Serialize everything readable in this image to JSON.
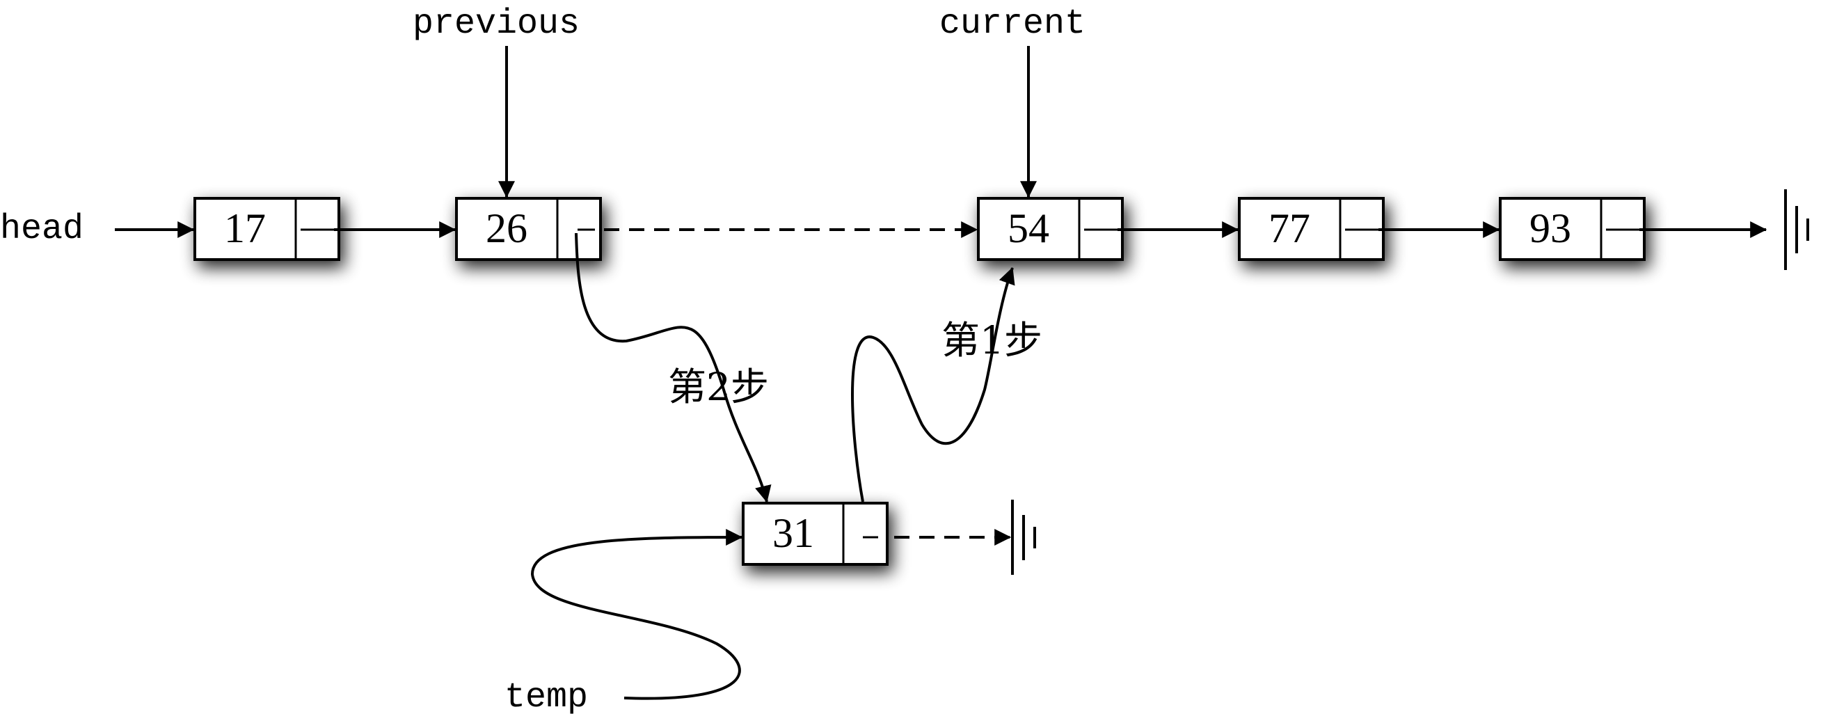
{
  "nodes": [
    {
      "id": "n17",
      "value": "17"
    },
    {
      "id": "n26",
      "value": "26"
    },
    {
      "id": "n54",
      "value": "54"
    },
    {
      "id": "n77",
      "value": "77"
    },
    {
      "id": "n93",
      "value": "93"
    },
    {
      "id": "n31",
      "value": "31"
    }
  ],
  "pointers": {
    "head": "head",
    "previous": "previous",
    "current": "current",
    "temp": "temp"
  },
  "steps": {
    "step1": "第1步",
    "step2": "第2步"
  }
}
